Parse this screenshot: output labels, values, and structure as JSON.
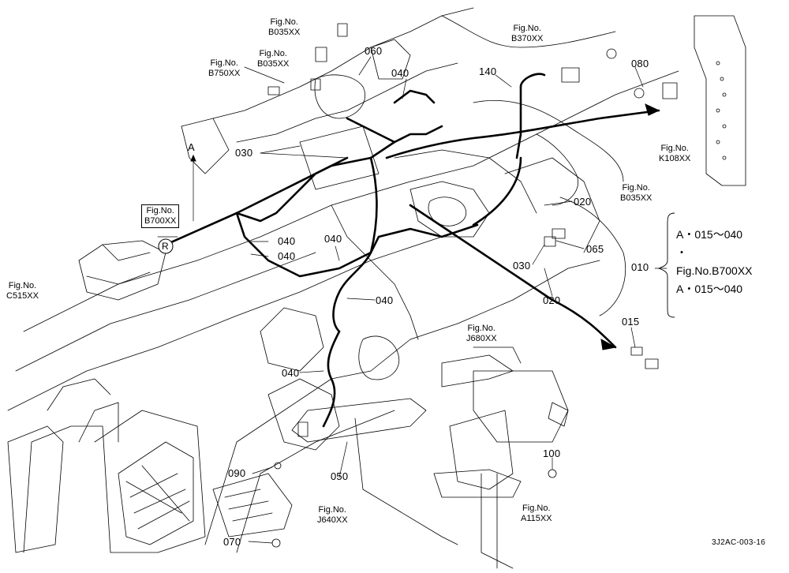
{
  "figure_refs": {
    "b035_top": {
      "label": "Fig.No.",
      "code": "B035XX"
    },
    "b035_mid": {
      "label": "Fig.No.",
      "code": "B035XX"
    },
    "b750": {
      "label": "Fig.No.",
      "code": "B750XX"
    },
    "b370": {
      "label": "Fig.No.",
      "code": "B370XX"
    },
    "k108": {
      "label": "Fig.No.",
      "code": "K108XX"
    },
    "b035_right": {
      "label": "Fig.No.",
      "code": "B035XX"
    },
    "b700": {
      "label": "Fig.No.",
      "code": "B700XX"
    },
    "c515": {
      "label": "Fig.No.",
      "code": "C515XX"
    },
    "j680": {
      "label": "Fig.No.",
      "code": "J680XX"
    },
    "j640": {
      "label": "Fig.No.",
      "code": "J640XX"
    },
    "a115": {
      "label": "Fig.No.",
      "code": "A115XX"
    }
  },
  "parts": {
    "p060": "060",
    "p040_top": "040",
    "p140": "140",
    "p080": "080",
    "p030_left": "030",
    "p020_right": "020",
    "p040_a": "040",
    "p040_b": "040",
    "p040_c": "040",
    "p040_d": "040",
    "p040_e": "040",
    "p065": "065",
    "p030_mid": "030",
    "p020_low": "020",
    "p010": "010",
    "p015": "015",
    "p100": "100",
    "p090": "090",
    "p050": "050",
    "p070": "070"
  },
  "markers": {
    "section_a": "A",
    "r_circle": "R"
  },
  "legend": {
    "line1": "A・015～040",
    "line2": "・",
    "line3": "Fig.No.B700XX",
    "line4": "A・015～040"
  },
  "footer": {
    "code": "3J2AC-003-16"
  }
}
